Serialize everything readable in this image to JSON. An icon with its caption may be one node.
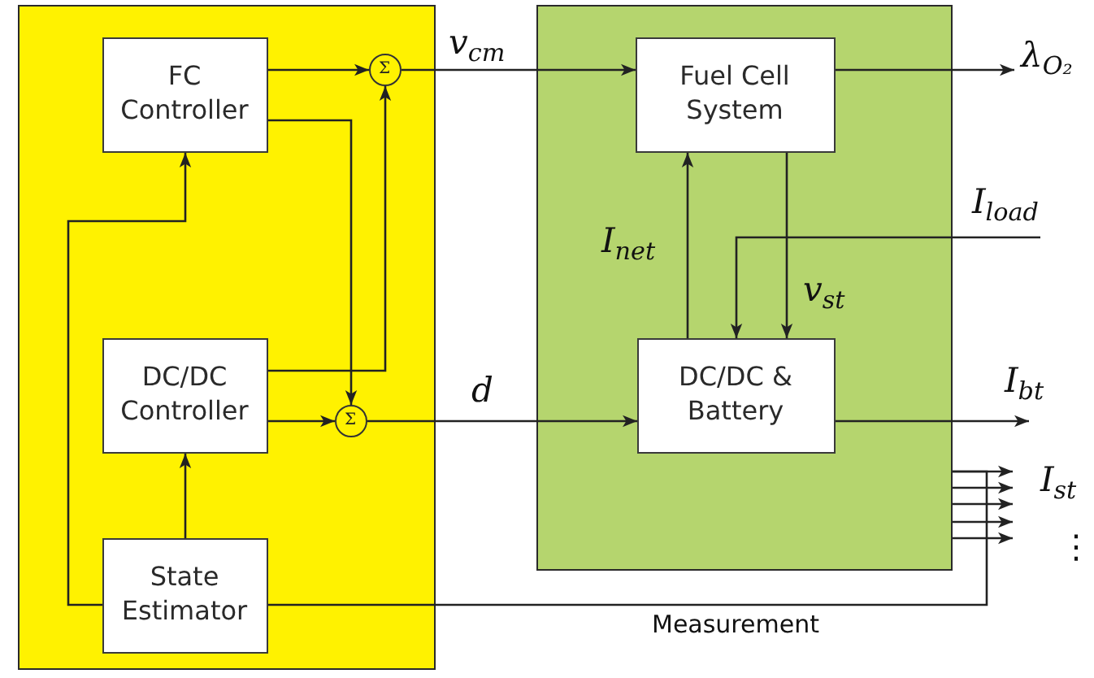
{
  "diagram": {
    "nodes": [
      {
        "text": [],
        "shape": "box"
      },
      {
        "text": [
          "FC Controller"
        ],
        "in": 0
      },
      {
        "text": [
          "DC/DC Controller"
        ],
        "in": 0
      },
      {
        "text": [
          "State Estimator"
        ],
        "in": 0
      },
      {
        "text": [
          "Σ"
        ],
        "in": 0
      },
      {
        "text": [
          "Σ"
        ],
        "in": 0
      },
      {
        "text": [],
        "shape": "box"
      },
      {
        "text": [
          "Fuel Cell System"
        ],
        "in": 6
      },
      {
        "text": [
          "DC/DC & Battery"
        ],
        "in": 6
      }
    ],
    "edges": [
      {
        "from": 1,
        "to": 4,
        "arrow": "to"
      },
      {
        "from": 1,
        "to": 5,
        "arrow": "to"
      },
      {
        "from": 2,
        "to": 4,
        "arrow": "to"
      },
      {
        "from": 2,
        "to": 5,
        "arrow": "to"
      },
      {
        "from": 3,
        "to": 1,
        "arrow": "to"
      },
      {
        "from": 3,
        "to": 2,
        "arrow": "to"
      },
      {
        "from": 4,
        "to": 7,
        "arrow": "to",
        "label": "v$_{cm}$"
      },
      {
        "from": 5,
        "to": 8,
        "arrow": "to",
        "label": "d"
      },
      {
        "from": 8,
        "to": 7,
        "arrow": "to",
        "label": "I$_{net}$"
      },
      {
        "from": 7,
        "to": 8,
        "arrow": "to",
        "label": "v$_{st}$"
      },
      {
        "from": null,
        "to": 8,
        "arrow": "to",
        "label": "I$_{load}$"
      },
      {
        "from": 7,
        "to": null,
        "arrow": "to",
        "label": "λ$_{O₂}$"
      },
      {
        "from": 8,
        "to": null,
        "arrow": "to",
        "label": "I$_{bt}$"
      },
      {
        "from": 6,
        "to": null,
        "arrow": "to"
      },
      {
        "from": 6,
        "to": null,
        "arrow": "to",
        "label": "I$_{st}$"
      },
      {
        "from": 6,
        "to": null,
        "arrow": "to"
      },
      {
        "from": 6,
        "to": null,
        "arrow": "to"
      },
      {
        "from": 6,
        "to": null,
        "arrow": "to"
      },
      {
        "from": 6,
        "to": 3,
        "arrow": "none",
        "label": "Measurement"
      }
    ],
    "labels": [
      "⋮"
    ]
  }
}
